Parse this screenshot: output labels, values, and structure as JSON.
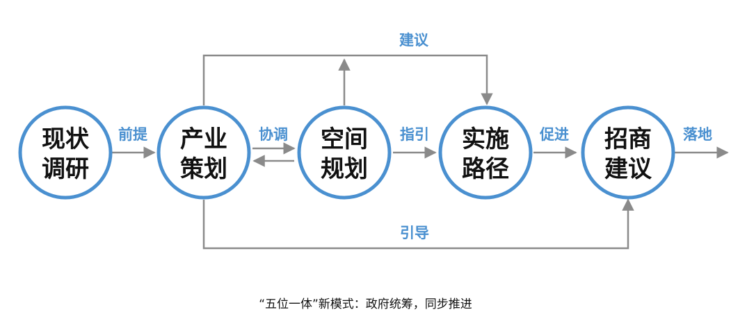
{
  "nodes": [
    {
      "id": "xianzhuang",
      "line1": "现状",
      "line2": "调研"
    },
    {
      "id": "chanye",
      "line1": "产业",
      "line2": "策划"
    },
    {
      "id": "kongjian",
      "line1": "空间",
      "line2": "规划"
    },
    {
      "id": "shishi",
      "line1": "实施",
      "line2": "路径"
    },
    {
      "id": "zhaoshang",
      "line1": "招商",
      "line2": "建议"
    }
  ],
  "edges": {
    "qianti": "前提",
    "xietiao": "协调",
    "zhiyin": "指引",
    "cujin": "促进",
    "luodi": "落地",
    "jianyi": "建议",
    "yindao": "引导"
  },
  "caption": "“五位一体”新模式：政府统筹，同步推进",
  "colors": {
    "accent": "#4a90d0",
    "connector": "#8a8a8a",
    "text": "#111111"
  }
}
